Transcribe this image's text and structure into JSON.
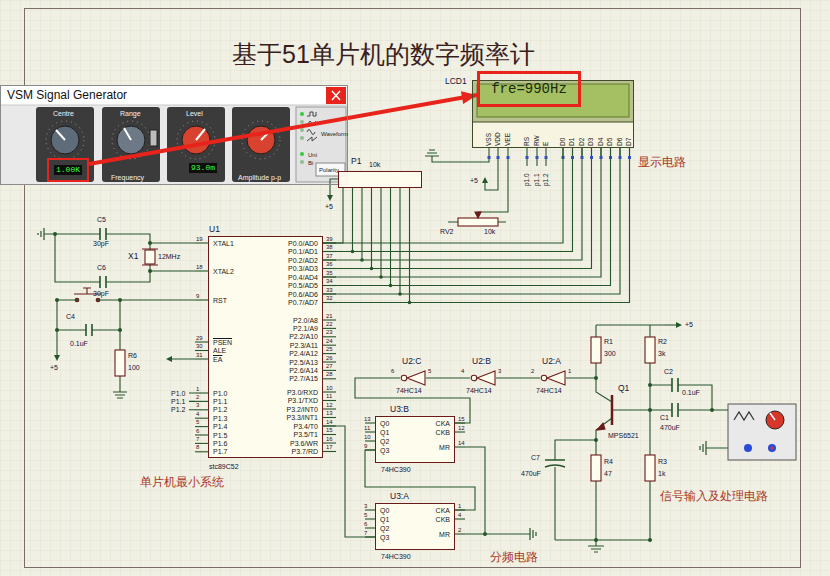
{
  "diagram": {
    "title": "基于51单片机的数字频率计",
    "nodes": [
      {
        "text": [
          "VSM Signal Generator",
          "Centre",
          "Range",
          "Level",
          "Frequency",
          "93.0m",
          "Amplitude p-p",
          "Waveform",
          "Uni",
          "Bi",
          "Polarity"
        ]
      },
      {
        "text": [
          "1.00K"
        ],
        "in": 0
      },
      {
        "text": [
          "LCD1",
          "VSS",
          "VDD",
          "VEE",
          "RS",
          "RW",
          "E",
          "D0",
          "D1",
          "D2",
          "D3",
          "D4",
          "D5",
          "D6",
          "D7"
        ]
      },
      {
        "text": [
          "fre=990Hz"
        ],
        "in": 2
      },
      {
        "text": [
          "P1",
          "10k"
        ]
      },
      {
        "text": [
          "U1",
          "XTAL1",
          "XTAL2",
          "RST",
          "PSEN",
          "ALE",
          "EA",
          "P1.0",
          "P1.1",
          "P1.2",
          "P1.3",
          "P1.4",
          "P1.5",
          "P1.6",
          "P1.7",
          "P0.0/AD0",
          "P0.1/AD1",
          "P0.2/AD2",
          "P0.3/AD3",
          "P0.4/AD4",
          "P0.5/AD5",
          "P0.6/AD6",
          "P0.7/AD7",
          "P2.0/A8",
          "P2.1/A9",
          "P2.2/A10",
          "P2.3/A11",
          "P2.4/A12",
          "P2.5/A13",
          "P2.6/A14",
          "P2.7/A15",
          "P3.0/RXD",
          "P3.1/TXD",
          "P3.2/INT0",
          "P3.3/INT1",
          "P3.4/T0",
          "P3.5/T1",
          "P3.6/WR",
          "P3.7/RD",
          "stc89C52"
        ]
      },
      {
        "text": [
          "U2:C",
          "74HC14"
        ]
      },
      {
        "text": [
          "U2:B",
          "74HC14"
        ]
      },
      {
        "text": [
          "U2:A",
          "74HC14"
        ]
      },
      {
        "text": [
          "U3:B",
          "Q0",
          "Q1",
          "Q2",
          "Q3",
          "CKA",
          "CKB",
          "MR",
          "74HC390"
        ]
      },
      {
        "text": [
          "U3:A",
          "Q0",
          "Q1",
          "Q2",
          "Q3",
          "CKA",
          "CKB",
          "MR",
          "74HC390"
        ]
      }
    ],
    "edges": [
      {
        "from": 1,
        "to": 3,
        "arrow": "to"
      },
      {
        "from": 5,
        "to": 2,
        "arrow": "none"
      },
      {
        "from": 5,
        "to": 4,
        "arrow": "none"
      },
      {
        "from": 8,
        "to": 7,
        "arrow": "none"
      },
      {
        "from": 7,
        "to": 6,
        "arrow": "none"
      },
      {
        "from": 6,
        "to": 9,
        "arrow": "none"
      },
      {
        "from": 9,
        "to": 10,
        "arrow": "none"
      },
      {
        "from": 10,
        "to": 5,
        "arrow": "none"
      }
    ],
    "labels": [
      "p1.0",
      "p1.1",
      "p1.2",
      "RV2",
      "10k",
      "+5",
      "+5",
      "显示电路",
      "C5",
      "30pF",
      "C6",
      "30pF",
      "X1",
      "12MHz",
      "C4",
      "0.1uF",
      "R6",
      "100",
      "+5",
      "P1.0",
      "P1.1",
      "P1.2",
      "单片机最小系统",
      "19",
      "18",
      "9",
      "29",
      "30",
      "31",
      "1",
      "2",
      "3",
      "4",
      "5",
      "6",
      "7",
      "8",
      "39",
      "38",
      "37",
      "36",
      "35",
      "34",
      "33",
      "32",
      "21",
      "22",
      "23",
      "24",
      "25",
      "26",
      "27",
      "28",
      "10",
      "11",
      "12",
      "13",
      "14",
      "15",
      "16",
      "17",
      "6",
      "5",
      "4",
      "3",
      "2",
      "1",
      "13",
      "11",
      "10",
      "9",
      "15",
      "12",
      "14",
      "3",
      "5",
      "6",
      "7",
      "1",
      "4",
      "2",
      "分频电路",
      "R1",
      "300",
      "R2",
      "3k",
      "C2",
      "0.1uF",
      "C1",
      "470uF",
      "Q1",
      "MPS6521",
      "C7",
      "470uF",
      "R4",
      "47",
      "R3",
      "1k",
      "+5",
      "信号输入及处理电路"
    ]
  }
}
